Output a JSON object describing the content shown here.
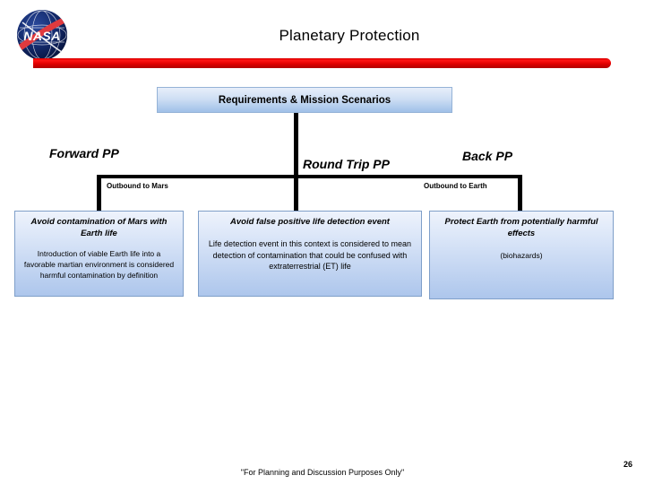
{
  "slide": {
    "title": "Planetary Protection",
    "footer_note": "\"For Planning and Discussion Purposes Only\"",
    "slide_number": "26",
    "logo_alt": "nasa-meatball-logo",
    "accent_red": "#d60000",
    "accent_blue": "#95b3d7"
  },
  "header": {
    "box_label": "Requirements & Mission Scenarios"
  },
  "branches": [
    {
      "label": "Forward PP",
      "sublabel": "Outbound to Mars"
    },
    {
      "label": "Round Trip PP",
      "sublabel": ""
    },
    {
      "label": "Back PP",
      "sublabel": "Outbound to Earth"
    }
  ],
  "boxes": [
    {
      "heading": "Avoid contamination of Mars with Earth life",
      "body": "Introduction of viable Earth life into a favorable martian environment is considered harmful contamination by definition"
    },
    {
      "heading": "Avoid false positive life detection event",
      "body": "Life detection event in this context is considered to mean detection of contamination that could be confused with extraterrestrial (ET) life"
    },
    {
      "heading": "Protect Earth from potentially harmful effects",
      "body": "(biohazards)"
    }
  ]
}
